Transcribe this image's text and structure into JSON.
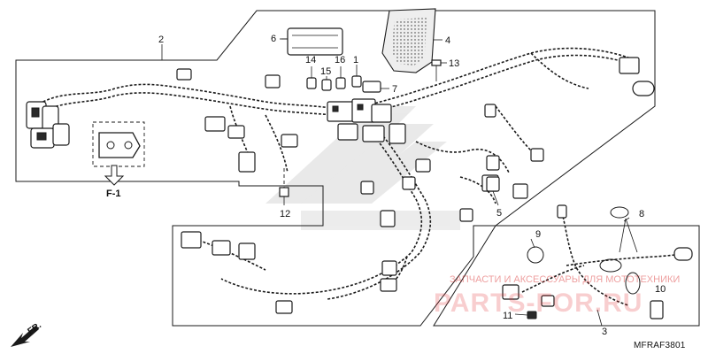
{
  "callouts": {
    "c2": "2",
    "c6": "6",
    "c4": "4",
    "c14": "14",
    "c15": "15",
    "c16": "16",
    "c1": "1",
    "c7": "7",
    "c13": "13",
    "c12": "12",
    "c5": "5",
    "c8": "8",
    "c9": "9",
    "c10": "10",
    "c11": "11",
    "c3": "3"
  },
  "reference": {
    "f1": "F-1"
  },
  "direction": {
    "fr": "FR."
  },
  "diagram_code": "MFRAF3801",
  "watermark": {
    "line1": "ЗАПЧАСТИ И АКСЕССУАРЫ ДЛЯ МОТОТЕХНИКИ",
    "line2": "PARTS-FOR.RU"
  },
  "colors": {
    "ink": "#1a1a1a",
    "watermark_red": "#e2262a"
  }
}
